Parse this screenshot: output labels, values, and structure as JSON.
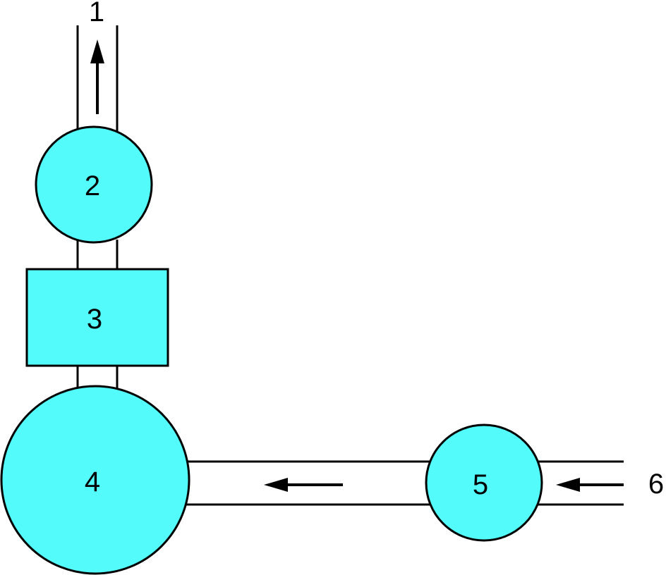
{
  "diagram": {
    "colors": {
      "fill": "#53fbfb",
      "stroke": "#000000",
      "background": "#ffffff"
    },
    "labels": {
      "outlet": "1",
      "top_circle": "2",
      "box": "3",
      "large_circle": "4",
      "small_circle": "5",
      "inlet": "6"
    },
    "flow_direction": {
      "vertical_pipe": "up",
      "horizontal_pipe": "left",
      "inlet_pipe": "left"
    }
  }
}
